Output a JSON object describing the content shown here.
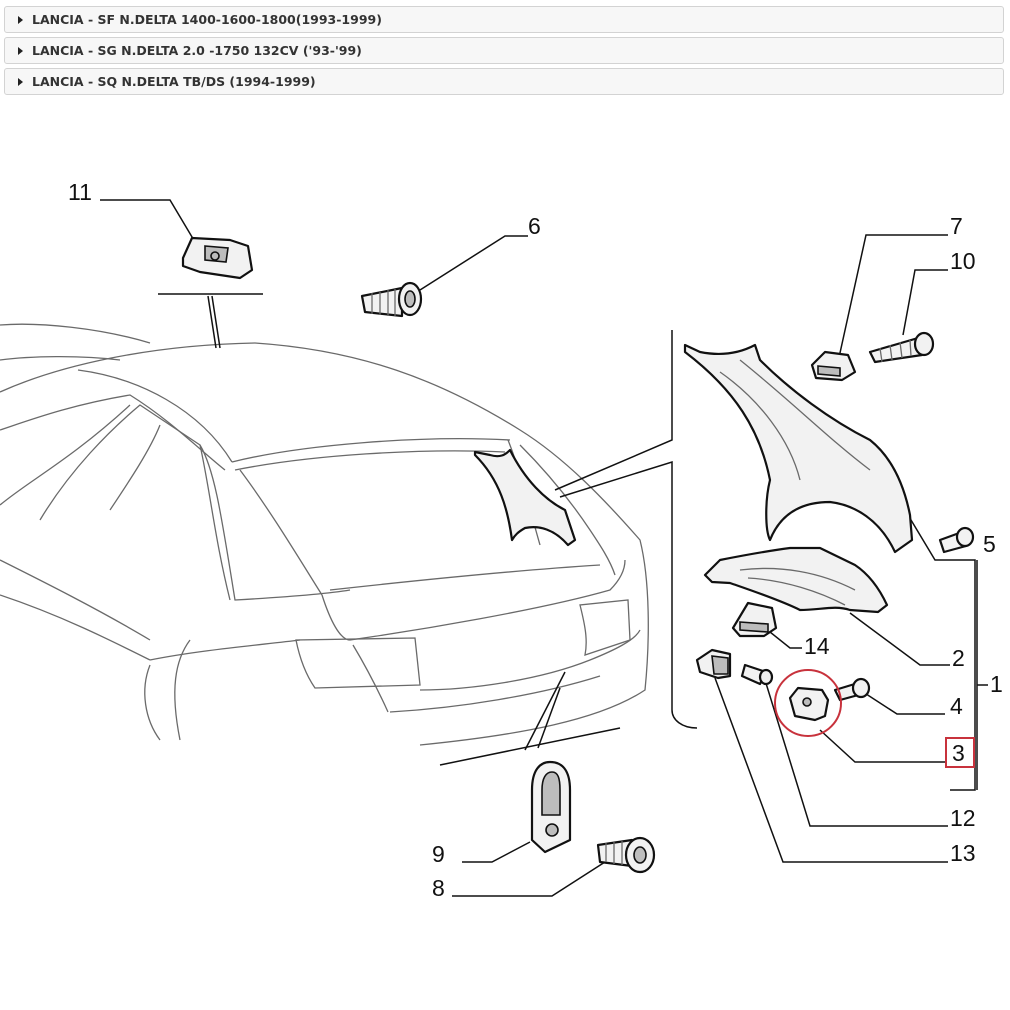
{
  "accordion": [
    {
      "label": "LANCIA - SF N.DELTA 1400-1600-1800(1993-1999)"
    },
    {
      "label": "LANCIA - SG N.DELTA 2.0 -1750 132CV ('93-'99)"
    },
    {
      "label": "LANCIA - SQ N.DELTA TB/DS (1994-1999)"
    }
  ],
  "diagram": {
    "callouts": [
      "1",
      "2",
      "3",
      "4",
      "5",
      "6",
      "7",
      "8",
      "9",
      "10",
      "11",
      "12",
      "13",
      "14"
    ],
    "selected_callout": "3",
    "highlight_color": "#c8323c"
  }
}
